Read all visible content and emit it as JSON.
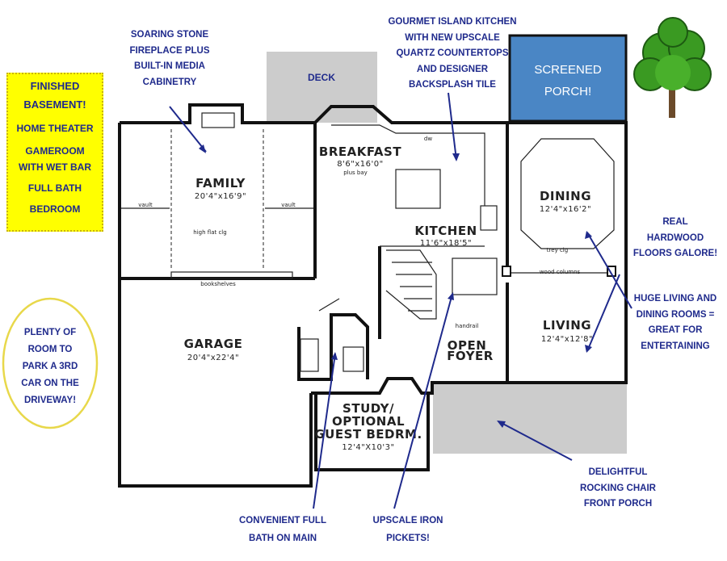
{
  "rooms": {
    "family": {
      "name": "FAMILY",
      "dims": "20'4\"x16'9\"",
      "note": "high flat clg",
      "vault_left": "vault",
      "vault_right": "vault",
      "bookshelves": "bookshelves"
    },
    "breakfast": {
      "name": "BREAKFAST",
      "dims": "8'6\"x16'0\"",
      "note": "plus bay"
    },
    "kitchen": {
      "name": "KITCHEN",
      "dims": "11'6\"x18'5\""
    },
    "dining": {
      "name": "DINING",
      "dims": "12'4\"x16'2\"",
      "note": "trey clg"
    },
    "living": {
      "name": "LIVING",
      "dims": "12'4\"x12'8\""
    },
    "garage": {
      "name": "GARAGE",
      "dims": "20'4\"x22'4\""
    },
    "foyer": {
      "name_line1": "OPEN",
      "name_line2": "FOYER",
      "handrail": "handrail"
    },
    "study": {
      "name_line1": "STUDY/",
      "name_line2": "OPTIONAL",
      "name_line3": "GUEST BEDRM.",
      "dims": "12'4\"X10'3\""
    },
    "deck": {
      "name": "DECK"
    },
    "wood_columns": "wood columns",
    "dw": "dw"
  },
  "screened_porch": {
    "line1": "SCREENED",
    "line2": "PORCH!",
    "color": "#4a86c5"
  },
  "basement_box": {
    "lines": [
      "FINISHED",
      "BASEMENT!",
      "HOME THEATER",
      "GAMEROOM",
      "WITH WET BAR",
      "FULL BATH",
      "BEDROOM"
    ],
    "color": "#ffff00"
  },
  "callouts": {
    "fireplace": [
      "SOARING STONE",
      "FIREPLACE PLUS",
      "BUILT-IN MEDIA",
      "CABINETRY"
    ],
    "kitchen": [
      "GOURMET ISLAND KITCHEN",
      "WITH NEW UPSCALE",
      "QUARTZ COUNTERTOPS",
      "AND DESIGNER",
      "BACKSPLASH TILE"
    ],
    "floors": [
      "REAL",
      "HARDWOOD",
      "FLOORS GALORE!"
    ],
    "living_dining": [
      "HUGE LIVING AND",
      "DINING ROOMS =",
      "GREAT FOR",
      "ENTERTAINING"
    ],
    "driveway": [
      "PLENTY OF",
      "ROOM TO",
      "PARK A 3RD",
      "CAR ON THE",
      "DRIVEWAY!"
    ],
    "porch": [
      "DELIGHTFUL",
      "ROCKING CHAIR",
      "FRONT PORCH"
    ],
    "bath": [
      "CONVENIENT FULL",
      "BATH ON MAIN"
    ],
    "pickets": [
      "UPSCALE IRON",
      "PICKETS!"
    ]
  },
  "colors": {
    "callout_text": "#1f2a8c",
    "driveway_ellipse": "#e8d84a",
    "deck": "#cccccc",
    "tree": "#3a9a22"
  }
}
